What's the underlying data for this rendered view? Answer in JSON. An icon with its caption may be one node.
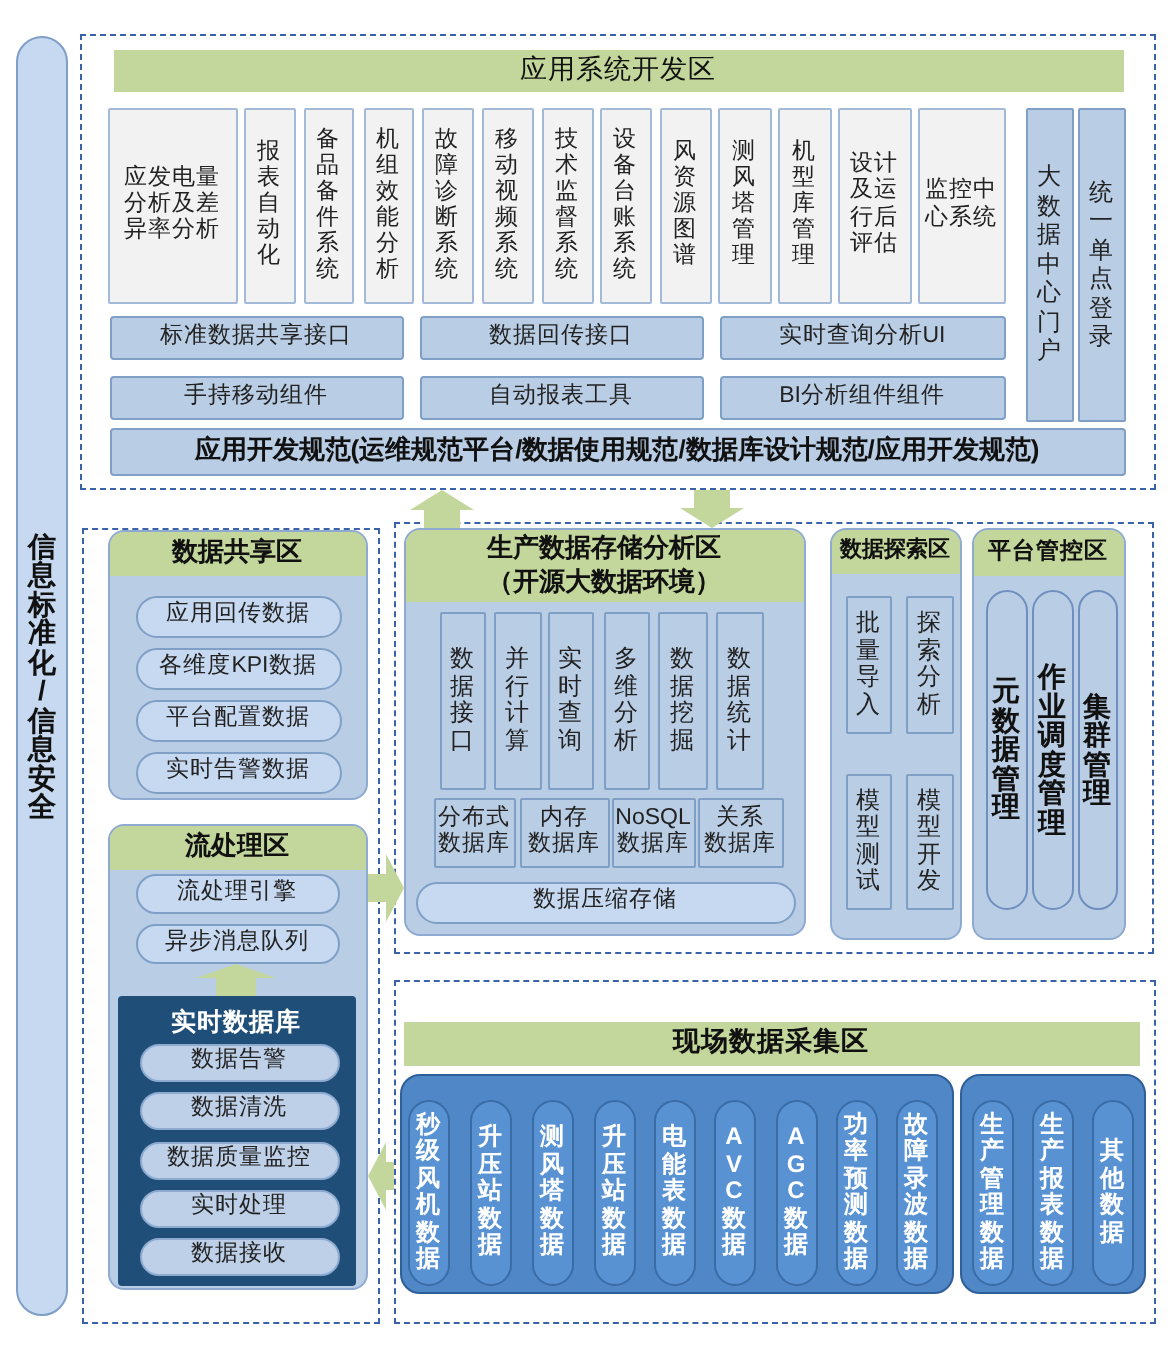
{
  "diagram": {
    "nodes": [
      {
        "text": [
          "信息标准化/信息安全"
        ]
      },
      {
        "text": [
          "应用系统开发区"
        ]
      },
      {
        "text": [
          "应发电量分析及差异率分析"
        ],
        "in": 1
      },
      {
        "text": [
          "报表自动化"
        ],
        "in": 1
      },
      {
        "text": [
          "备品备件系统"
        ],
        "in": 1
      },
      {
        "text": [
          "机组效能分析"
        ],
        "in": 1
      },
      {
        "text": [
          "故障诊断系统"
        ],
        "in": 1
      },
      {
        "text": [
          "移动视频系统"
        ],
        "in": 1
      },
      {
        "text": [
          "技术监督系统"
        ],
        "in": 1
      },
      {
        "text": [
          "设备台账系统"
        ],
        "in": 1
      },
      {
        "text": [
          "风资源图谱"
        ],
        "in": 1
      },
      {
        "text": [
          "测风塔管理"
        ],
        "in": 1
      },
      {
        "text": [
          "机型库管理"
        ],
        "in": 1
      },
      {
        "text": [
          "设计及运行后评估"
        ],
        "in": 1
      },
      {
        "text": [
          "监控中心系统"
        ],
        "in": 1
      },
      {
        "text": [
          "大数据中心门户"
        ],
        "in": 1
      },
      {
        "text": [
          "统一单点登录"
        ],
        "in": 1
      },
      {
        "text": [
          "标准数据共享接口"
        ],
        "in": 1
      },
      {
        "text": [
          "数据回传接口"
        ],
        "in": 1
      },
      {
        "text": [
          "实时查询分析UI"
        ],
        "in": 1
      },
      {
        "text": [
          "手持移动组件"
        ],
        "in": 1
      },
      {
        "text": [
          "自动报表工具"
        ],
        "in": 1
      },
      {
        "text": [
          "BI分析组件组件"
        ],
        "in": 1
      },
      {
        "text": [
          "应用开发规范(运维规范平台/数据使用规范/数据库设计规范/应用开发规范)"
        ],
        "in": 1
      },
      {
        "text": [],
        "shape": "box"
      },
      {
        "text": [
          "数据共享区"
        ],
        "in": 24
      },
      {
        "text": [
          "应用回传数据"
        ],
        "in": 25
      },
      {
        "text": [
          "各维度KPI数据"
        ],
        "in": 25
      },
      {
        "text": [
          "平台配置数据"
        ],
        "in": 25
      },
      {
        "text": [
          "实时告警数据"
        ],
        "in": 25
      },
      {
        "text": [
          "流处理区"
        ],
        "in": 24
      },
      {
        "text": [
          "流处理引擎"
        ],
        "in": 30
      },
      {
        "text": [
          "异步消息队列"
        ],
        "in": 30
      },
      {
        "text": [
          "实时数据库"
        ],
        "in": 30
      },
      {
        "text": [
          "数据告警"
        ],
        "in": 33
      },
      {
        "text": [
          "数据清洗"
        ],
        "in": 33
      },
      {
        "text": [
          "数据质量监控"
        ],
        "in": 33
      },
      {
        "text": [
          "实时处理"
        ],
        "in": 33
      },
      {
        "text": [
          "数据接收"
        ],
        "in": 33
      },
      {
        "text": [],
        "shape": "box"
      },
      {
        "text": [
          "生产数据存储分析区",
          "（开源大数据环境）"
        ],
        "in": 39
      },
      {
        "text": [
          "数据接口"
        ],
        "in": 40
      },
      {
        "text": [
          "并行计算"
        ],
        "in": 40
      },
      {
        "text": [
          "实时查询"
        ],
        "in": 40
      },
      {
        "text": [
          "多维分析"
        ],
        "in": 40
      },
      {
        "text": [
          "数据挖掘"
        ],
        "in": 40
      },
      {
        "text": [
          "数据统计"
        ],
        "in": 40
      },
      {
        "text": [
          "分布式数据库"
        ],
        "in": 40
      },
      {
        "text": [
          "内存数据库"
        ],
        "in": 40
      },
      {
        "text": [
          "NoSQL数据库"
        ],
        "in": 40
      },
      {
        "text": [
          "关系数据库"
        ],
        "in": 40
      },
      {
        "text": [
          "数据压缩存储"
        ],
        "in": 40
      },
      {
        "text": [
          "数据探索区"
        ],
        "in": 39
      },
      {
        "text": [
          "批量导入"
        ],
        "in": 52
      },
      {
        "text": [
          "探索分析"
        ],
        "in": 52
      },
      {
        "text": [
          "模型测试"
        ],
        "in": 52
      },
      {
        "text": [
          "模型开发"
        ],
        "in": 52
      },
      {
        "text": [
          "平台管控区"
        ],
        "in": 39
      },
      {
        "text": [
          "元数据管理"
        ],
        "in": 57
      },
      {
        "text": [
          "作业调度管理"
        ],
        "in": 57
      },
      {
        "text": [
          "集群管理"
        ],
        "in": 57
      },
      {
        "text": [
          "现场数据采集区"
        ]
      },
      {
        "text": [],
        "shape": "box",
        "in": 61
      },
      {
        "text": [
          "秒级风机数据"
        ],
        "in": 62
      },
      {
        "text": [
          "升压站数据"
        ],
        "in": 62
      },
      {
        "text": [
          "测风塔数据"
        ],
        "in": 62
      },
      {
        "text": [
          "升压站数据"
        ],
        "in": 62
      },
      {
        "text": [
          "电能表数据"
        ],
        "in": 62
      },
      {
        "text": [
          "AVC数据"
        ],
        "in": 62
      },
      {
        "text": [
          "AGC数据"
        ],
        "in": 62
      },
      {
        "text": [
          "功率预测数据"
        ],
        "in": 62
      },
      {
        "text": [
          "故障录波数据"
        ],
        "in": 62
      },
      {
        "text": [],
        "shape": "box",
        "in": 61
      },
      {
        "text": [
          "生产管理数据"
        ],
        "in": 72
      },
      {
        "text": [
          "生产报表数据"
        ],
        "in": 72
      },
      {
        "text": [
          "其他数据"
        ],
        "in": 72
      }
    ],
    "edges": [
      {
        "from": 40,
        "to": 1,
        "arrow": "to"
      },
      {
        "from": 1,
        "to": 40,
        "arrow": "to"
      },
      {
        "from": 30,
        "to": 40,
        "arrow": "to"
      },
      {
        "from": 61,
        "to": 30,
        "arrow": "to"
      },
      {
        "from": 33,
        "to": 32,
        "arrow": "to"
      }
    ]
  }
}
